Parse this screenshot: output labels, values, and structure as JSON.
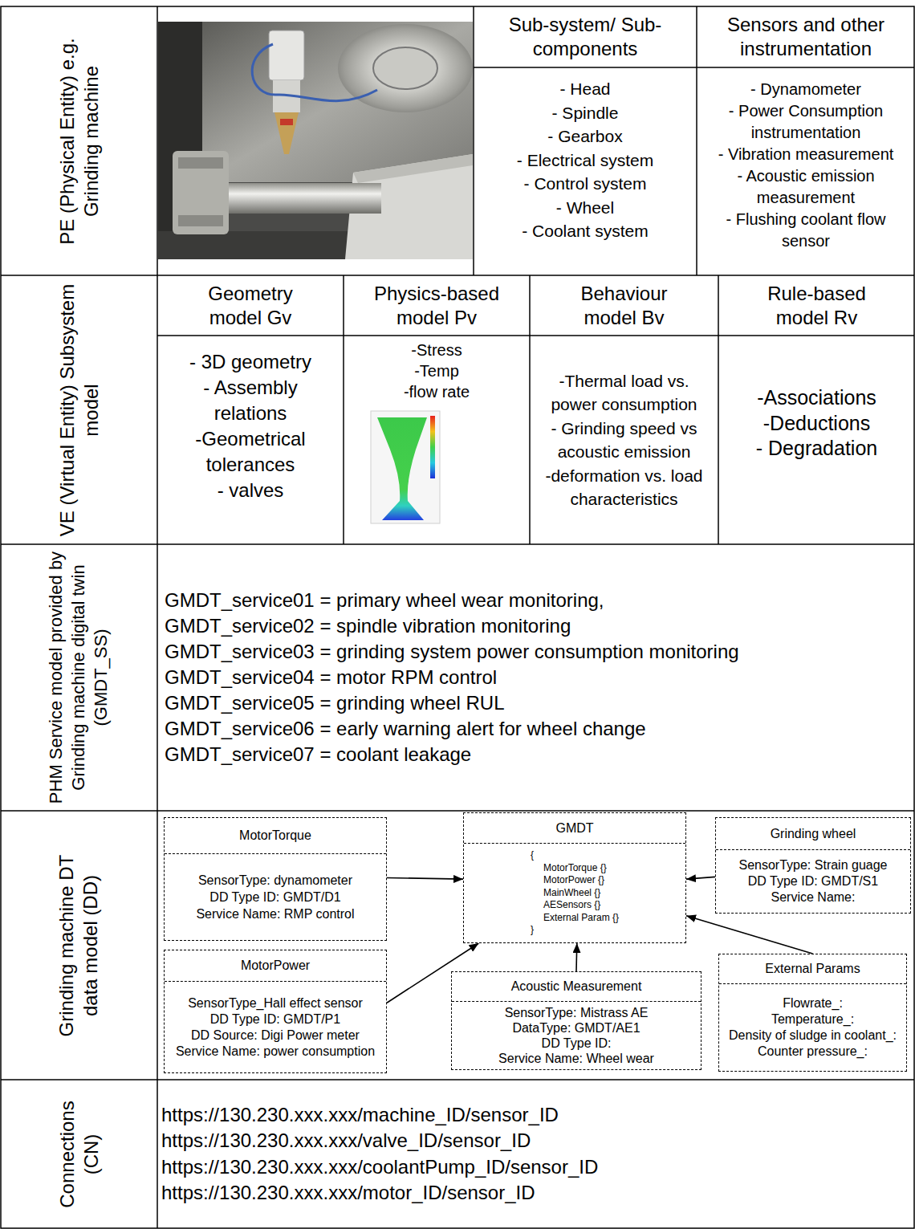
{
  "diagram": {
    "nodes": [
      {
        "text": [
          "MotorTorque",
          "SensorType: dynamometer",
          "DD Type ID: GMDT/D1",
          "Service Name: RMP control"
        ]
      },
      {
        "text": [
          "GMDT",
          "{",
          "MotorTorque {}",
          "MotorPower {}",
          "MainWheel {}",
          "AESensors {}",
          "External Param {}",
          "}"
        ]
      },
      {
        "text": [
          "Grinding wheel",
          "SensorType: Strain guage",
          "DD Type ID: GMDT/S1",
          "Service Name:"
        ]
      },
      {
        "text": [
          "MotorPower",
          "SensorType_Hall effect sensor",
          "DD Type ID: GMDT/P1",
          "DD Source: Digi Power meter",
          "Service Name: power consumption"
        ]
      },
      {
        "text": [
          "Acoustic Measurement",
          "SensorType: Mistrass AE",
          "DataType: GMDT/AE1",
          "DD Type ID:",
          "Service Name: Wheel wear"
        ]
      },
      {
        "text": [
          "External Params",
          "Flowrate_:",
          "Temperature_:",
          "Density of sludge in coolant_:",
          "Counter pressure_:"
        ]
      }
    ],
    "edges": [
      {
        "from": 0,
        "to": 1,
        "arrow": "to"
      },
      {
        "from": 2,
        "to": 1,
        "arrow": "to"
      },
      {
        "from": 3,
        "to": 1,
        "arrow": "to"
      },
      {
        "from": 4,
        "to": 1,
        "arrow": "to"
      },
      {
        "from": 5,
        "to": 1,
        "arrow": "to"
      }
    ],
    "labels": [
      "PE (Physical Entity) e.g. Grinding machine",
      "Sub-system/ Sub-components",
      "- Head",
      "- Spindle",
      "- Gearbox",
      "- Electrical system",
      "- Control system",
      "- Wheel",
      "- Coolant system",
      "Sensors and other instrumentation",
      "- Dynamometer",
      "- Power Consumption instrumentation",
      "- Vibration measurement",
      "- Acoustic emission measurement",
      "- Flushing coolant flow sensor",
      "VE (Virtual Entity) Subsystem model",
      "Geometry model Gv",
      "- 3D geometry",
      "- Assembly relations",
      "-Geometrical tolerances",
      "- valves",
      "Physics-based model Pv",
      "-Stress",
      "-Temp",
      "-flow rate",
      "Behaviour model Bv",
      "-Thermal load vs. power consumption",
      "- Grinding speed vs acoustic emission",
      "-deformation vs. load characteristics",
      "Rule-based model Rv",
      "-Associations",
      "-Deductions",
      "- Degradation",
      "PHM Service model provided by Grinding machine digital twin (GMDT_SS)",
      "GMDT_service01 = primary wheel wear monitoring,",
      "GMDT_service02 = spindle vibration monitoring",
      "GMDT_service03 = grinding system power consumption monitoring",
      "GMDT_service04 = motor RPM control",
      "GMDT_service05 = grinding wheel RUL",
      "GMDT_service06 = early warning alert for wheel change",
      "GMDT_service07 = coolant leakage",
      "Grinding machine DT data model (DD)",
      "Connections (CN)",
      "https://130.230.xxx.xxx/machine_ID/sensor_ID",
      "https://130.230.xxx.xxx/valve_ID/sensor_ID",
      "https://130.230.xxx.xxx/coolantPump_ID/sensor_ID",
      "https://130.230.xxx.xxx/motor_ID/sensor_ID"
    ]
  }
}
